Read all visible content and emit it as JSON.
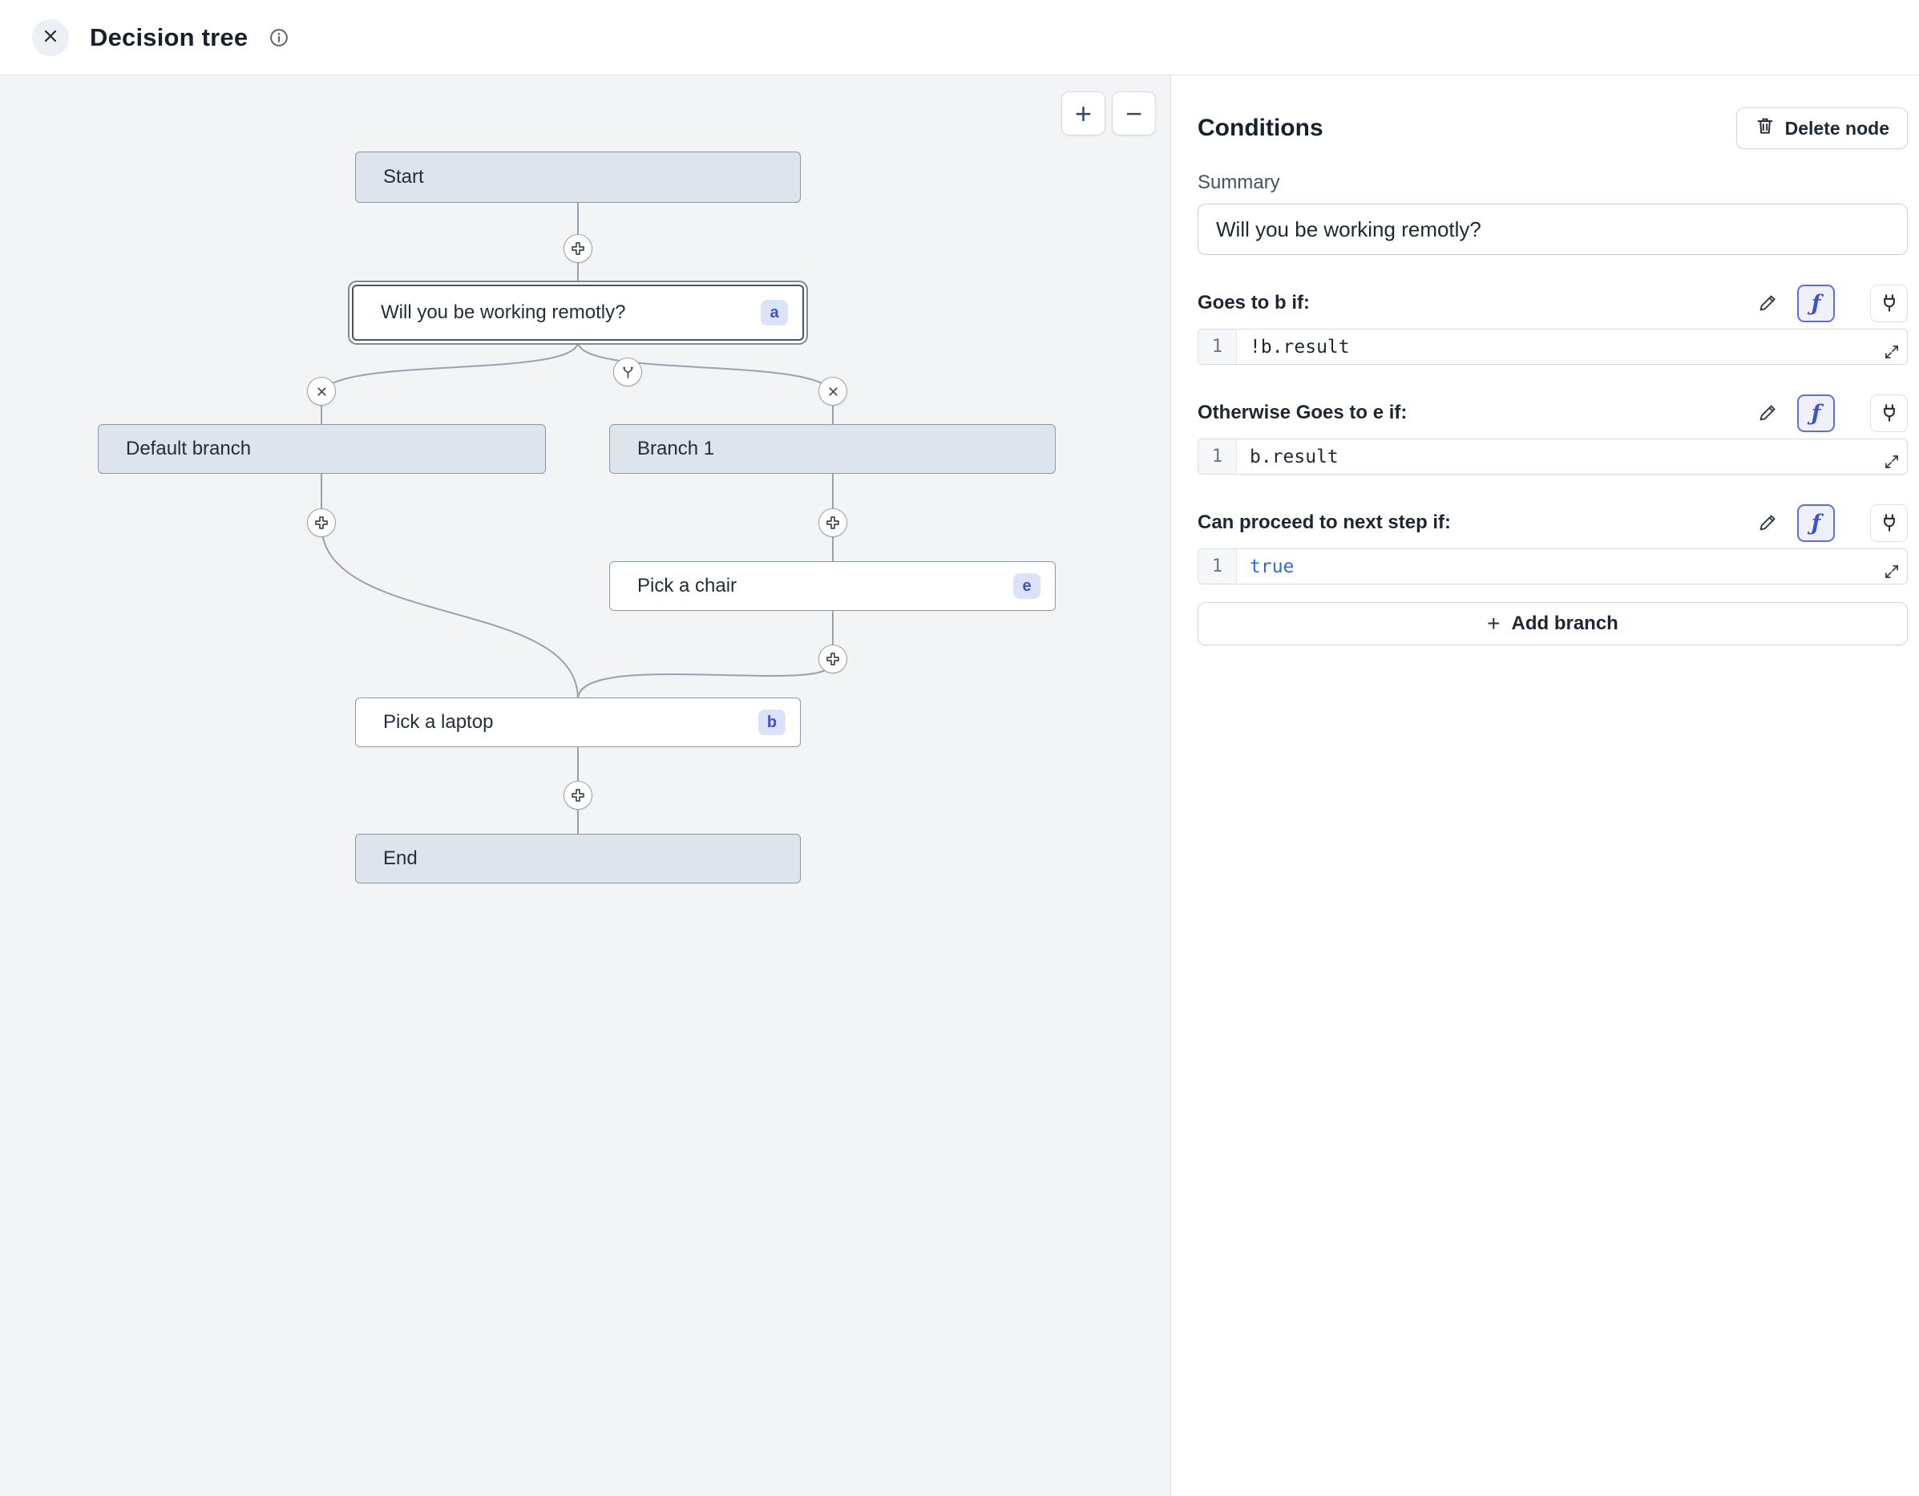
{
  "header": {
    "title": "Decision tree"
  },
  "canvas": {
    "zoom_in": "+",
    "zoom_out": "−",
    "nodes": {
      "start": {
        "label": "Start"
      },
      "question": {
        "label": "Will you be working remotly?",
        "badge": "a"
      },
      "default_branch": {
        "label": "Default branch"
      },
      "branch_1": {
        "label": "Branch 1"
      },
      "pick_chair": {
        "label": "Pick a chair",
        "badge": "e"
      },
      "pick_laptop": {
        "label": "Pick a laptop",
        "badge": "b"
      },
      "end": {
        "label": "End"
      }
    }
  },
  "panel": {
    "title": "Conditions",
    "delete_node_label": "Delete node",
    "summary_label": "Summary",
    "summary_value": "Will you be working remotly?",
    "icons": {
      "formula_glyph": "ƒ"
    },
    "conditions": [
      {
        "label": "Goes to b if:",
        "line_number": "1",
        "code": "!b.result"
      },
      {
        "label": "Otherwise Goes to e if:",
        "line_number": "1",
        "code": "b.result"
      },
      {
        "label": "Can proceed to next step if:",
        "line_number": "1",
        "code": "true"
      }
    ],
    "add_branch_plus": "+",
    "add_branch_label": "Add branch"
  },
  "colors": {
    "badge_bg": "#dce2fa",
    "badge_text": "#3f51c6",
    "keyword_blue": "#2d6be4",
    "node_fill_gray": "#dde4ec",
    "canvas_bg": "#f2f4f6"
  }
}
